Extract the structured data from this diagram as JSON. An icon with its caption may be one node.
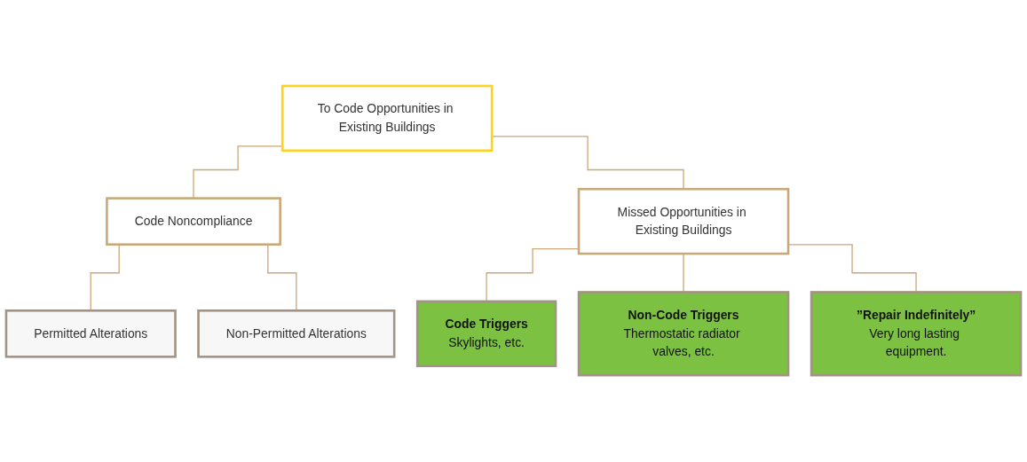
{
  "diagram": {
    "nodes": [
      {
        "text": [
          "To Code Opportunities in Existing Buildings"
        ]
      },
      {
        "text": [
          "Code Noncompliance"
        ]
      },
      {
        "text": [
          "Missed Opportunities in Existing Buildings"
        ]
      },
      {
        "text": [
          "Permitted Alterations"
        ]
      },
      {
        "text": [
          "Non-Permitted Alterations"
        ]
      },
      {
        "text": [
          "Code Triggers",
          "Skylights, etc."
        ]
      },
      {
        "text": [
          "Non-Code Triggers",
          "Thermostatic radiator valves, etc."
        ]
      },
      {
        "text": [
          "”Repair Indefinitely”",
          "Very long lasting equipment."
        ]
      }
    ],
    "edges": [
      {
        "from": 0,
        "to": 1,
        "arrow": "none"
      },
      {
        "from": 0,
        "to": 2,
        "arrow": "none"
      },
      {
        "from": 1,
        "to": 3,
        "arrow": "none"
      },
      {
        "from": 1,
        "to": 4,
        "arrow": "none"
      },
      {
        "from": 2,
        "to": 5,
        "arrow": "none"
      },
      {
        "from": 2,
        "to": 6,
        "arrow": "none"
      },
      {
        "from": 2,
        "to": 7,
        "arrow": "none"
      }
    ]
  }
}
